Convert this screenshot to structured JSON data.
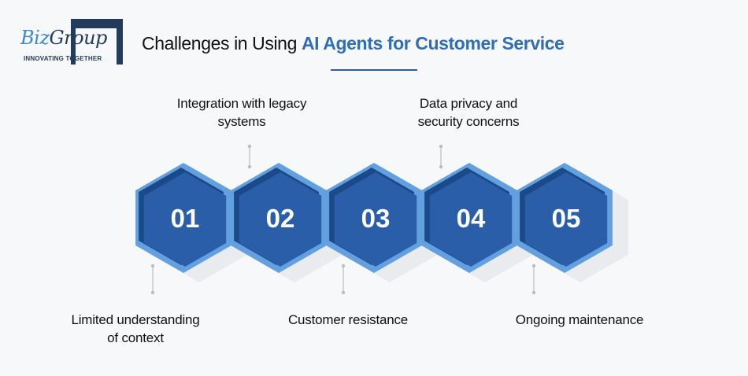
{
  "logo": {
    "brand_part1": "Biz",
    "brand_part2": "Group",
    "tagline": "INNOVATING TOGETHER"
  },
  "title": {
    "plain": "Challenges in Using ",
    "accent": "AI Agents for Customer Service"
  },
  "colors": {
    "accent": "#2f6db5",
    "hex_outer": "#62a0e0",
    "hex_fill": "#2a5ea8",
    "hex_shade": "#1b4a8a",
    "shadow": "#e9ebee",
    "connector": "#b9bcc1"
  },
  "steps": [
    {
      "number": "01",
      "label": "Limited understanding of context",
      "label_lines": [
        "Limited understanding",
        "of context"
      ],
      "position": "below"
    },
    {
      "number": "02",
      "label": "Integration with legacy systems",
      "label_lines": [
        "Integration with legacy",
        "systems"
      ],
      "position": "above"
    },
    {
      "number": "03",
      "label": "Customer resistance",
      "label_lines": [
        "Customer resistance"
      ],
      "position": "below"
    },
    {
      "number": "04",
      "label": "Data privacy and security concerns",
      "label_lines": [
        "Data privacy and",
        "security concerns"
      ],
      "position": "above"
    },
    {
      "number": "05",
      "label": "Ongoing maintenance",
      "label_lines": [
        "Ongoing maintenance"
      ],
      "position": "below"
    }
  ]
}
